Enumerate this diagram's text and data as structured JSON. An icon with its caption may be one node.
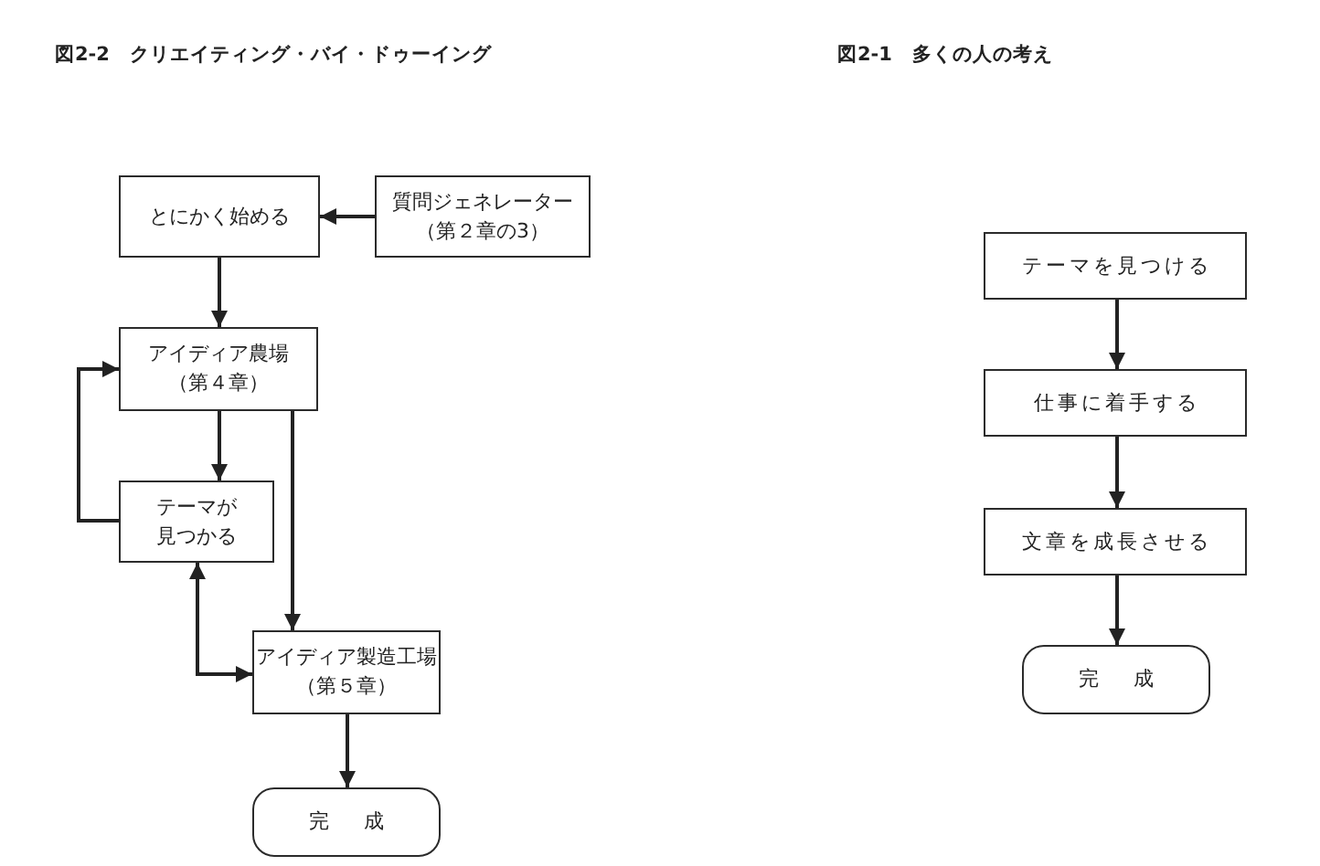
{
  "diagram": {
    "nodes": [
      {
        "text": [
          "とにかく始める"
        ]
      },
      {
        "text": [
          "質問ジェネレーター",
          "（第２章の3）"
        ]
      },
      {
        "text": [
          "アイディア農場",
          "（第４章）"
        ]
      },
      {
        "text": [
          "テーマが見つかる"
        ]
      },
      {
        "text": [
          "アイディア製造工場",
          "（第５章）"
        ]
      },
      {
        "text": [
          "完　成"
        ]
      },
      {
        "text": [
          "テーマを見つける"
        ]
      },
      {
        "text": [
          "仕事に着手する"
        ]
      },
      {
        "text": [
          "文章を成長させる"
        ]
      },
      {
        "text": [
          "完　成"
        ]
      }
    ],
    "edges": [
      {
        "from": 1,
        "to": 0,
        "arrow": "to"
      },
      {
        "from": 0,
        "to": 2,
        "arrow": "to"
      },
      {
        "from": 2,
        "to": 3,
        "arrow": "to"
      },
      {
        "from": 3,
        "to": 2,
        "arrow": "to"
      },
      {
        "from": 2,
        "to": 4,
        "arrow": "to"
      },
      {
        "from": 3,
        "to": 4,
        "arrow": "both"
      },
      {
        "from": 4,
        "to": 5,
        "arrow": "to"
      },
      {
        "from": 6,
        "to": 7,
        "arrow": "to"
      },
      {
        "from": 7,
        "to": 8,
        "arrow": "to"
      },
      {
        "from": 8,
        "to": 9,
        "arrow": "to"
      }
    ],
    "labels": [
      "図2-2　クリエイティング・バイ・ドゥーイング",
      "図2-1　多くの人の考え"
    ]
  }
}
